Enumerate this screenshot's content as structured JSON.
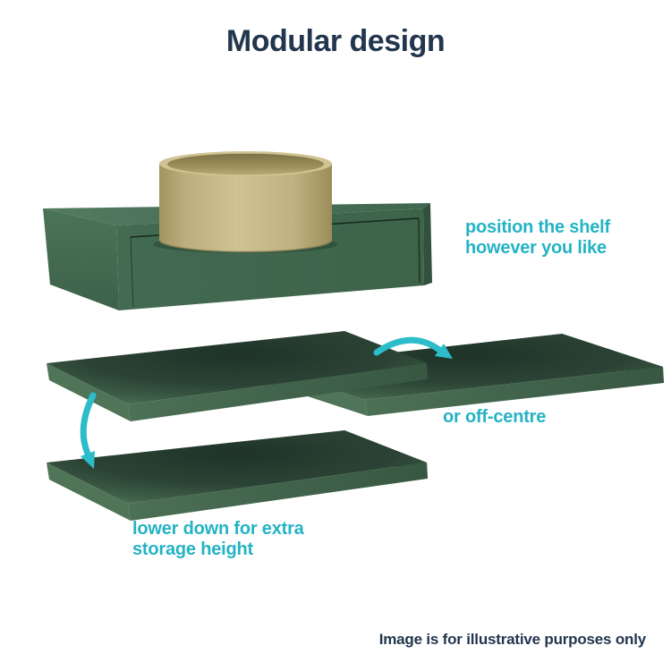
{
  "page": {
    "title": "Modular design",
    "footer_note": "Image is for illustrative purposes only"
  },
  "annotations": {
    "position_shelf": "position the shelf\nhowever you like",
    "off_centre": "or off-centre",
    "lower_down": "lower down for extra\nstorage height"
  },
  "illustration": {
    "subject": "wall-hung drawer unit with round countertop basin and three shelf positions",
    "icons": {
      "move_shelf_arrow": "curved-right-arrow-icon",
      "lower_shelf_arrow": "curved-down-arrow-icon"
    }
  },
  "colors": {
    "heading": "#22364e",
    "accent_teal": "#24b3c4",
    "cabinet_green": "#41664f",
    "basin_brass": "#c0b181",
    "background": "#ffffff"
  }
}
